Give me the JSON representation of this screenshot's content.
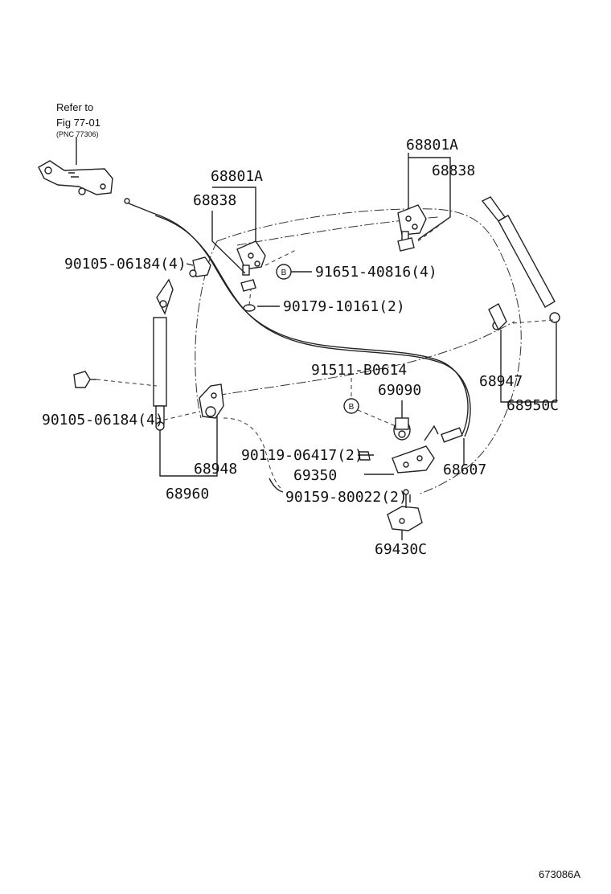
{
  "refer": {
    "line1": "Refer to",
    "line2": "Fig 77-01",
    "line3": "(PNC 77306)"
  },
  "labels": {
    "p68801a_left": "68801A",
    "p68838_left": "68838",
    "p68801a_right": "68801A",
    "p68838_right": "68838",
    "p90105_top": "90105-06184(4)",
    "p91651": "91651-40816(4)",
    "p90179": "90179-10161(2)",
    "p91511": "91511-B0614",
    "p69090": "69090",
    "p68947": "68947",
    "p68950c": "68950C",
    "p90105_bottom": "90105-06184(4)",
    "p90119": "90119-06417(2)",
    "p69350": "69350",
    "p68607": "68607",
    "p68948": "68948",
    "p68960": "68960",
    "p90159": "90159-80022(2)",
    "p69430c": "69430C"
  },
  "markers": {
    "b1": "B",
    "b2": "B"
  },
  "diagram_code": "673086A"
}
